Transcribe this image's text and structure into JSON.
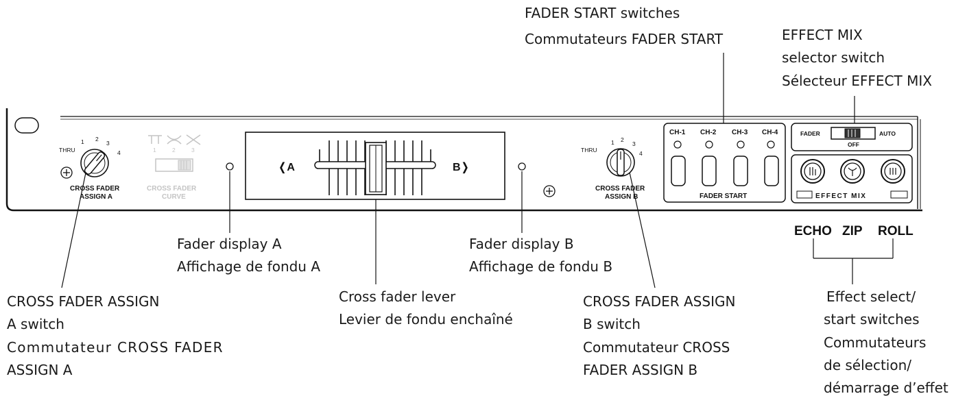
{
  "callouts": {
    "fader_start": [
      "FADER START switches",
      "Commutateurs FADER START"
    ],
    "effect_mix": [
      "EFFECT MIX",
      "selector switch",
      "Sélecteur EFFECT MIX"
    ],
    "fader_display_a": [
      "Fader display A",
      "Affichage de fondu A"
    ],
    "fader_display_b": [
      "Fader display B",
      "Affichage de fondu B"
    ],
    "assign_a": [
      "CROSS FADER ASSIGN",
      "A switch",
      "Commutateur CROSS FADER",
      "ASSIGN A"
    ],
    "cross_fader_lever": [
      "Cross fader lever",
      "Levier de fondu enchaîné"
    ],
    "assign_b": [
      "CROSS FADER ASSIGN",
      "B switch",
      "Commutateur CROSS",
      "FADER ASSIGN B"
    ],
    "effect_select": [
      "Effect select/",
      "start switches",
      "Commutateurs",
      "de sélection/",
      "démarrage d’effet"
    ]
  },
  "panel": {
    "knob_a": {
      "thru": "THRU",
      "ticks": [
        "1",
        "2",
        "3",
        "4"
      ],
      "label": [
        "CROSS FADER",
        "ASSIGN A"
      ]
    },
    "curve": {
      "ticks": [
        "1",
        "2",
        "3"
      ],
      "label": [
        "CROSS FADER",
        "CURVE"
      ]
    },
    "fader": {
      "left": "❬A",
      "right": "B❭"
    },
    "knob_b": {
      "thru": "THRU",
      "ticks": [
        "1",
        "2",
        "3",
        "4"
      ],
      "label": [
        "CROSS FADER",
        "ASSIGN B"
      ]
    },
    "fader_start": {
      "channels": [
        "CH-1",
        "CH-2",
        "CH-3",
        "CH-4"
      ],
      "label": "FADER START"
    },
    "effect_mix": {
      "left": "FADER",
      "right": "AUTO",
      "bottom": "OFF",
      "banner": "EFFECT MIX"
    },
    "effects": [
      "ECHO",
      "ZIP",
      "ROLL"
    ]
  }
}
